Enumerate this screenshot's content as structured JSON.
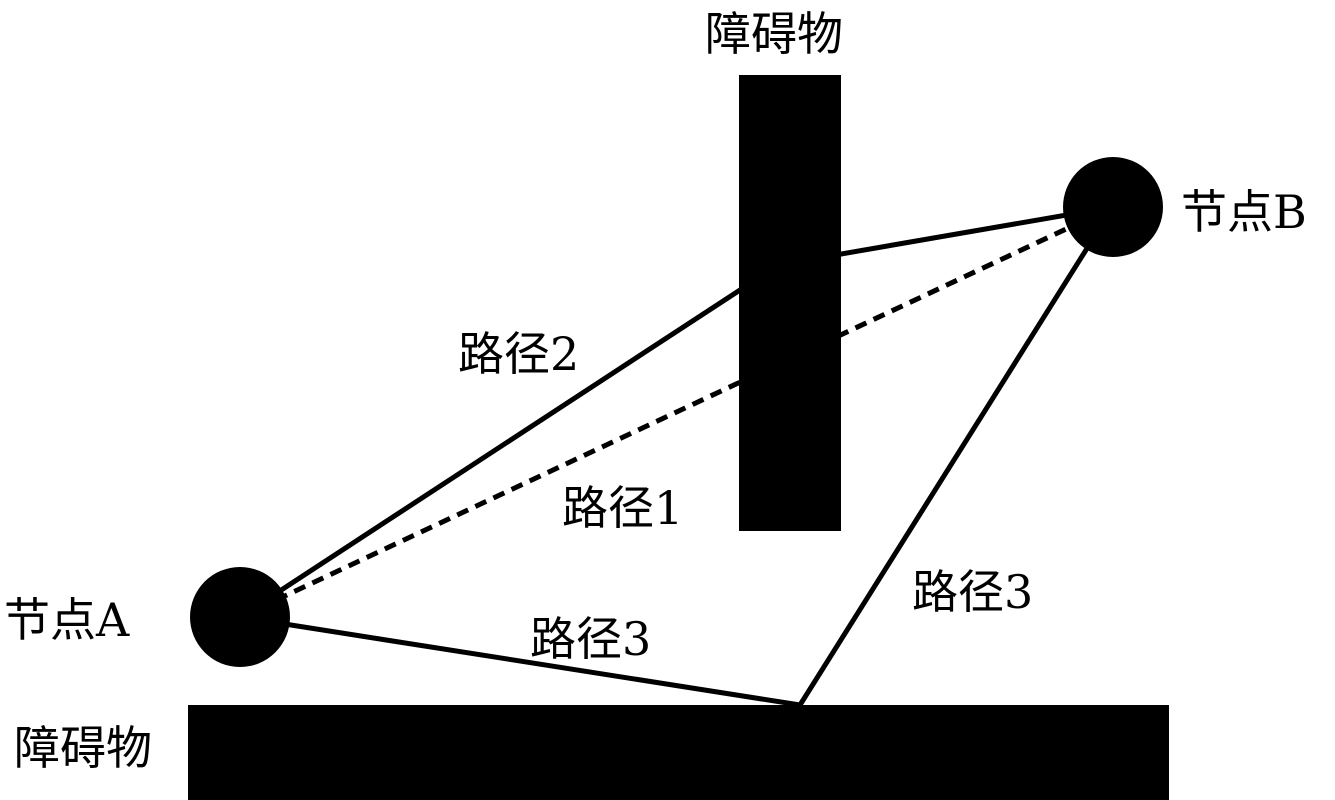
{
  "obstacle_top": {
    "label": "障碍物"
  },
  "obstacle_bottom": {
    "label": "障碍物"
  },
  "node_a": {
    "label": "节点A"
  },
  "node_b": {
    "label": "节点B"
  },
  "paths": {
    "path1": {
      "label": "路径1",
      "style": "dashed"
    },
    "path2": {
      "label": "路径2",
      "style": "solid"
    },
    "path3_left": {
      "label": "路径3",
      "style": "solid"
    },
    "path3_right": {
      "label": "路径3",
      "style": "solid"
    }
  },
  "colors": {
    "ink": "#000000",
    "background": "#ffffff"
  }
}
